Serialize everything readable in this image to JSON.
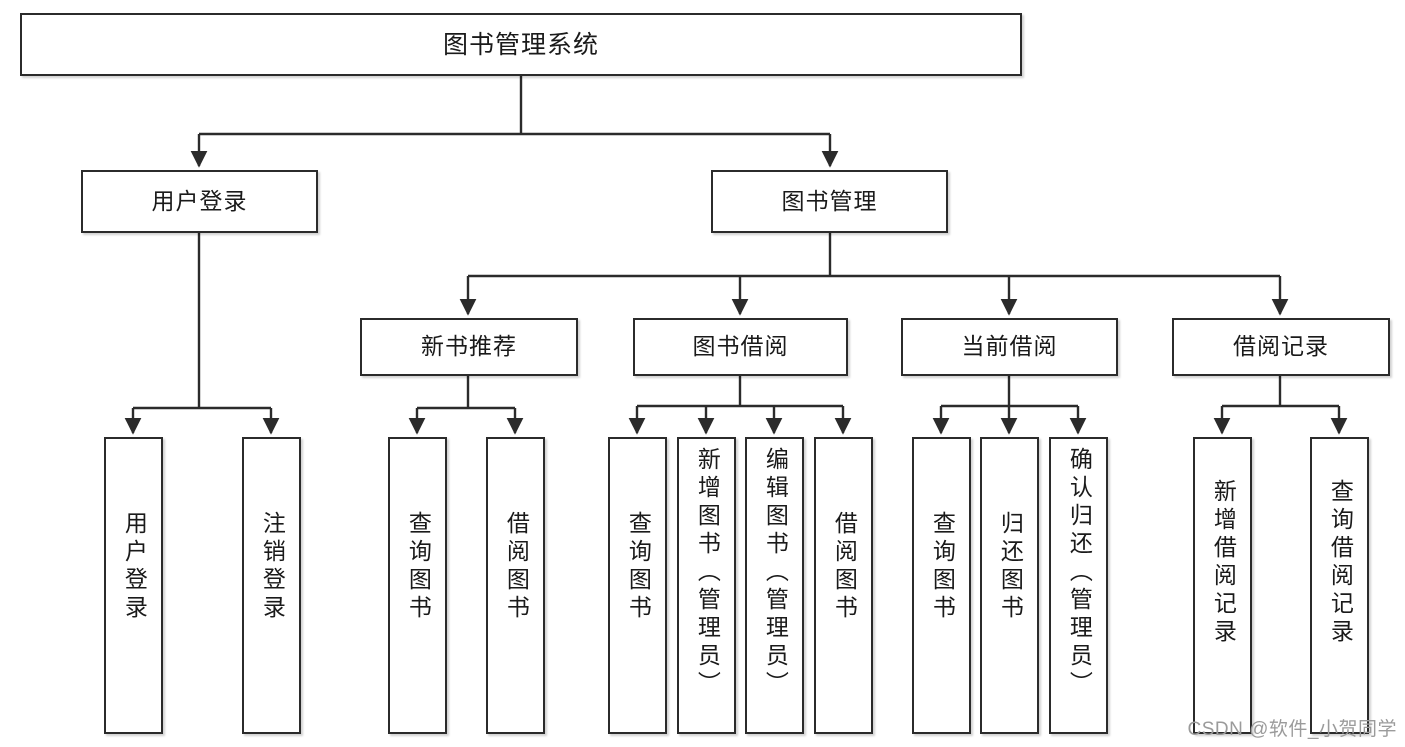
{
  "diagram": {
    "title": "图书管理系统",
    "type": "tree",
    "watermark": "CSDN @软件_小贺同学",
    "colors": {
      "box_border": "#2b2b2b",
      "box_fill": "#ffffff",
      "connector": "#2b2b2b",
      "watermark": "#9b9b9b",
      "background": "#ffffff"
    },
    "root": {
      "label": "图书管理系统",
      "orientation": "horizontal"
    },
    "level2": [
      {
        "label": "用户登录",
        "orientation": "horizontal"
      },
      {
        "label": "图书管理",
        "orientation": "horizontal"
      }
    ],
    "level3": [
      {
        "label": "新书推荐",
        "orientation": "horizontal",
        "parent": "图书管理"
      },
      {
        "label": "图书借阅",
        "orientation": "horizontal",
        "parent": "图书管理"
      },
      {
        "label": "当前借阅",
        "orientation": "horizontal",
        "parent": "图书管理"
      },
      {
        "label": "借阅记录",
        "orientation": "horizontal",
        "parent": "图书管理"
      }
    ],
    "leaves": [
      {
        "label": "用户登录",
        "orientation": "vertical",
        "parent": "用户登录"
      },
      {
        "label": "注销登录",
        "orientation": "vertical",
        "parent": "用户登录"
      },
      {
        "label": "查询图书",
        "orientation": "vertical",
        "parent": "新书推荐"
      },
      {
        "label": "借阅图书",
        "orientation": "vertical",
        "parent": "新书推荐"
      },
      {
        "label": "查询图书",
        "orientation": "vertical",
        "parent": "图书借阅"
      },
      {
        "label": "新增图书（管理员）",
        "orientation": "vertical",
        "parent": "图书借阅"
      },
      {
        "label": "编辑图书（管理员）",
        "orientation": "vertical",
        "parent": "图书借阅"
      },
      {
        "label": "借阅图书",
        "orientation": "vertical",
        "parent": "图书借阅"
      },
      {
        "label": "查询图书",
        "orientation": "vertical",
        "parent": "当前借阅"
      },
      {
        "label": "归还图书",
        "orientation": "vertical",
        "parent": "当前借阅"
      },
      {
        "label": "确认归还（管理员）",
        "orientation": "vertical",
        "parent": "当前借阅"
      },
      {
        "label": "新增借阅记录",
        "orientation": "vertical",
        "parent": "借阅记录"
      },
      {
        "label": "查询借阅记录",
        "orientation": "vertical",
        "parent": "借阅记录"
      }
    ]
  }
}
